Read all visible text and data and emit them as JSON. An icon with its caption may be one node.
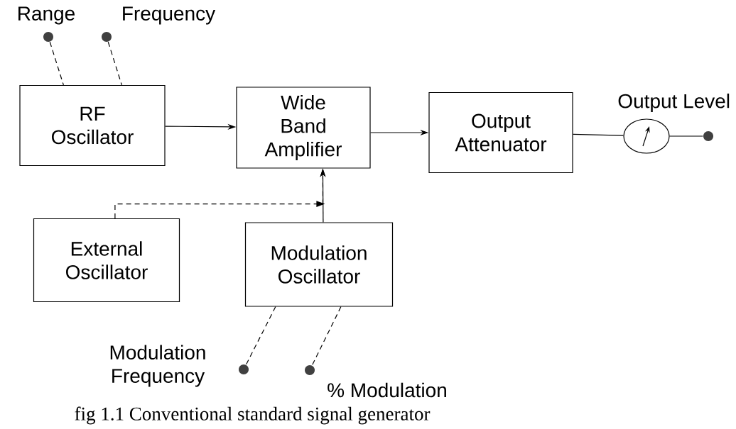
{
  "diagram": {
    "caption": "fig 1.1 Conventional standard signal generator",
    "nodes": [
      {
        "text": [
          "Range"
        ]
      },
      {
        "text": [
          "Frequency"
        ]
      },
      {
        "text": [
          "RF Oscillator"
        ]
      },
      {
        "text": [
          "Wide Band Amplifier"
        ]
      },
      {
        "text": [
          "Output Attenuator"
        ]
      },
      {
        "text": [],
        "shape": "circle",
        "beside": [
          "Output Level"
        ]
      },
      {
        "text": [],
        "shape": "circle"
      },
      {
        "text": [
          "External Oscillator"
        ]
      },
      {
        "text": [
          "Modulation Oscillator"
        ]
      },
      {
        "text": [
          "Modulation Frequency"
        ]
      },
      {
        "text": [
          "% Modulation"
        ]
      }
    ],
    "edges": [
      {
        "from": 0,
        "to": 2,
        "arrow": "none",
        "style": "dashed"
      },
      {
        "from": 1,
        "to": 2,
        "arrow": "none",
        "style": "dashed"
      },
      {
        "from": 2,
        "to": 3,
        "arrow": "to"
      },
      {
        "from": 3,
        "to": 4,
        "arrow": "to"
      },
      {
        "from": 4,
        "to": 5,
        "arrow": "none"
      },
      {
        "from": 5,
        "to": 6,
        "arrow": "none"
      },
      {
        "from": 7,
        "to": 3,
        "arrow": "to",
        "style": "dashed"
      },
      {
        "from": 8,
        "to": 3,
        "arrow": "to"
      },
      {
        "from": 8,
        "to": 9,
        "arrow": "none",
        "style": "dashed"
      },
      {
        "from": 8,
        "to": 10,
        "arrow": "none",
        "style": "dashed"
      }
    ]
  }
}
